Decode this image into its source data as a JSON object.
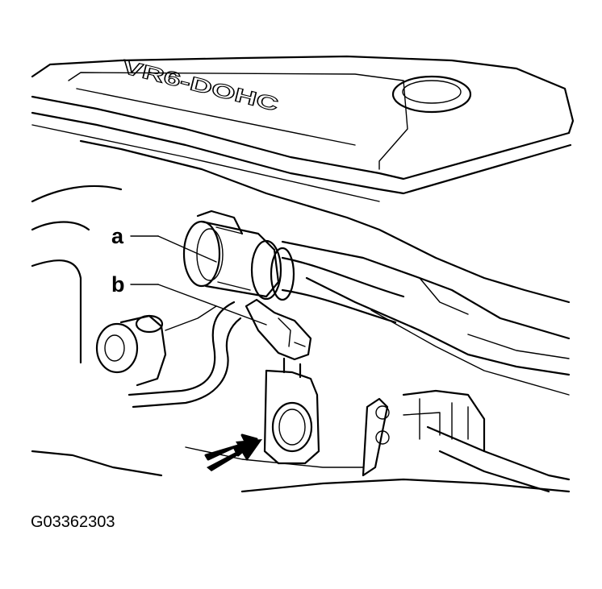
{
  "figure": {
    "callouts": [
      {
        "letter": "a"
      },
      {
        "letter": "b"
      }
    ],
    "engine_cover_text": "VR6-DOHC",
    "figure_code": "G03362303",
    "colors": {
      "ink": "#000000",
      "paper": "#ffffff"
    }
  }
}
